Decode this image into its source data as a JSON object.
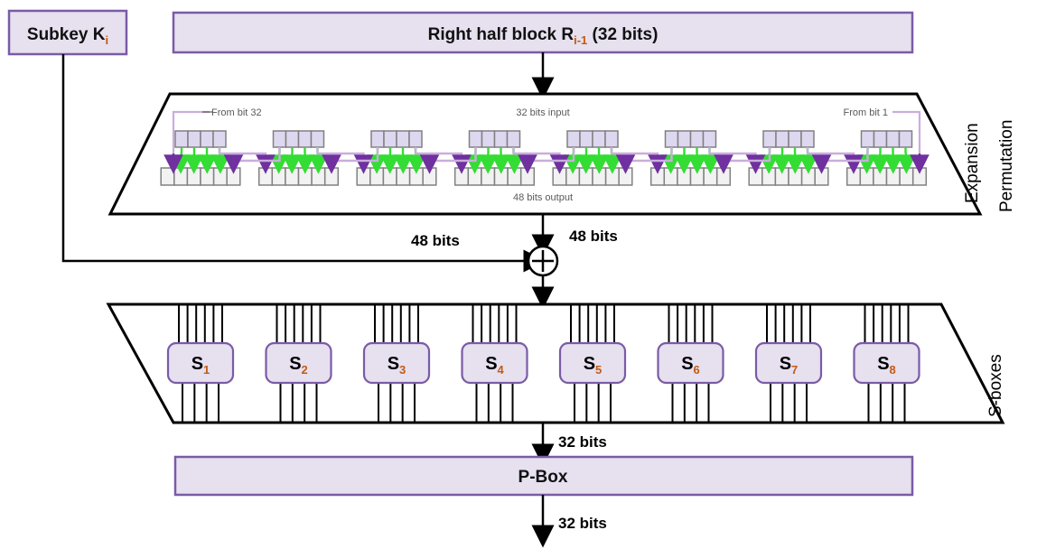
{
  "diagram": {
    "title": "DES Feistel function (F-function) round structure",
    "colors": {
      "box_fill": "#e6e0ef",
      "box_stroke": "#7a5ba6",
      "top_cell_fill": "#ddd8ef",
      "top_cell_stroke": "#808080",
      "bottom_cell_fill": "#f2f2f2",
      "bottom_cell_stroke": "#808080",
      "green_arrow": "#33dd33",
      "purple_arrow": "#7030a0",
      "purple_line": "#c9aedb",
      "gray_text": "#595959",
      "subscript": "#c55a11",
      "line": "#000000"
    }
  },
  "subkey_box": {
    "label": "Subkey K",
    "subscript": "i"
  },
  "right_half_box": {
    "prefix": "Right half block R",
    "subscript": "i-1",
    "suffix": " (32 bits)"
  },
  "expansion": {
    "side_label_line1": "Expansion",
    "side_label_line2": "Permutation",
    "from_bit_32": "From bit 32",
    "from_bit_1": "From bit 1",
    "input_label": "32 bits input",
    "output_label": "48 bits output",
    "input_groups": 8,
    "input_cells_per_group": 4,
    "output_groups": 8,
    "output_cells_per_group": 6
  },
  "xor": {
    "symbol": "+",
    "left_label": "48 bits",
    "top_label": "48 bits"
  },
  "sboxes": {
    "side_label": "S-boxes",
    "inputs_per_box": 6,
    "outputs_per_box": 4,
    "items": [
      {
        "letter": "S",
        "index": "1"
      },
      {
        "letter": "S",
        "index": "2"
      },
      {
        "letter": "S",
        "index": "3"
      },
      {
        "letter": "S",
        "index": "4"
      },
      {
        "letter": "S",
        "index": "5"
      },
      {
        "letter": "S",
        "index": "6"
      },
      {
        "letter": "S",
        "index": "7"
      },
      {
        "letter": "S",
        "index": "8"
      }
    ]
  },
  "pbox": {
    "label": "P-Box",
    "input_label": "32 bits",
    "output_label": "32 bits"
  }
}
